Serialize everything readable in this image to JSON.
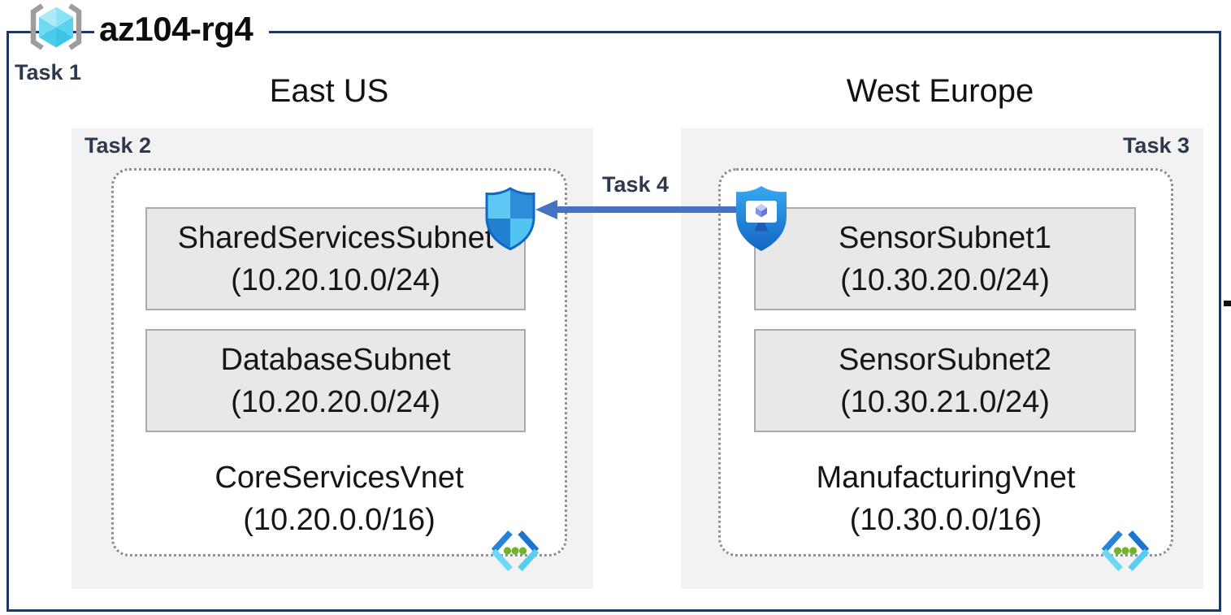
{
  "resource_group": {
    "name": "az104-rg4"
  },
  "tasks": {
    "t1": "Task 1",
    "t2": "Task 2",
    "t3": "Task 3",
    "t4": "Task 4"
  },
  "regions": [
    {
      "name": "East US",
      "task_label": "Task 2",
      "vnet": {
        "name": "CoreServicesVnet",
        "cidr": "(10.20.0.0/16)",
        "subnets": [
          {
            "name": "SharedServicesSubnet",
            "cidr": "(10.20.10.0/24)"
          },
          {
            "name": "DatabaseSubnet",
            "cidr": "(10.20.20.0/24)"
          }
        ]
      }
    },
    {
      "name": "West Europe",
      "task_label": "Task 3",
      "vnet": {
        "name": "ManufacturingVnet",
        "cidr": "(10.30.0.0/16)",
        "subnets": [
          {
            "name": "SensorSubnet1",
            "cidr": "(10.30.20.0/24)"
          },
          {
            "name": "SensorSubnet2",
            "cidr": "(10.30.21.0/24)"
          }
        ]
      }
    }
  ],
  "connection": {
    "label": "Task 4",
    "from_icon": "asg-shield-monitor-icon",
    "to_icon": "nsg-shield-icon",
    "direction": "right-to-left"
  },
  "icons": {
    "resource_group": "resource-group-icon",
    "nsg": "nsg-shield-icon",
    "asg": "asg-shield-monitor-icon",
    "vnet": "virtual-network-icon"
  },
  "colors": {
    "frame_navy": "#1f3860",
    "task_text": "#2d3a4d",
    "region_fill": "#f2f2f2",
    "subnet_fill": "#e8e8e8",
    "subnet_border": "#ababab",
    "vnet_dotted_border": "#8f8f8f",
    "arrow_blue": "#4472c4",
    "shield_light_cyan": "#5ec8f3",
    "shield_mid_blue": "#2e8cd8",
    "vnet_icon_green": "#72b32b",
    "rg_cube_cyan": "#59d2ee"
  }
}
